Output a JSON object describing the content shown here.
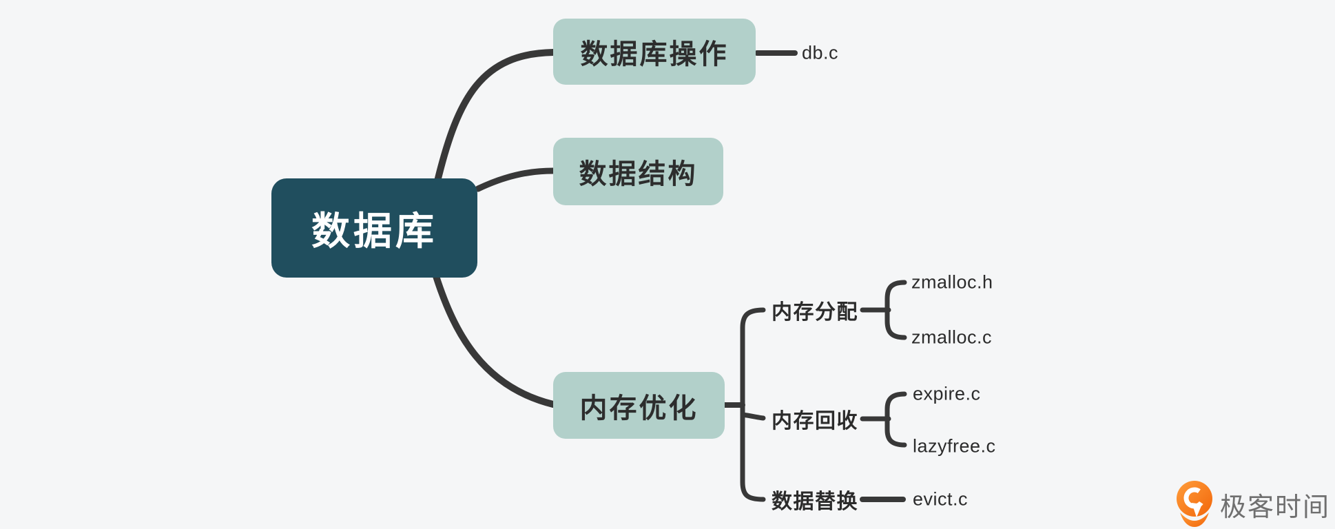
{
  "diagram": {
    "title_hint": "mind map of Redis database source files",
    "root": {
      "label": "数据库"
    },
    "branches": [
      {
        "label": "数据库操作",
        "files": [
          "db.c"
        ]
      },
      {
        "label": "数据结构",
        "files": []
      },
      {
        "label": "内存优化",
        "children": [
          {
            "label": "内存分配",
            "files": [
              "zmalloc.h",
              "zmalloc.c"
            ]
          },
          {
            "label": "内存回收",
            "files": [
              "expire.c",
              "lazyfree.c"
            ]
          },
          {
            "label": "数据替换",
            "files": [
              "evict.c"
            ]
          }
        ]
      }
    ]
  },
  "watermark": {
    "brand": "极客时间"
  },
  "colors": {
    "background": "#f5f6f7",
    "root_node_fill": "#204e5e",
    "root_node_text": "#ffffff",
    "branch_node_fill": "#b2d0ca",
    "branch_node_text": "#2d2d2d",
    "connector": "#383838",
    "label_text": "#2b2b2b",
    "watermark_text": "#6f6f6f",
    "watermark_orange_dark": "#f2660a",
    "watermark_orange_light": "#ff9d3b"
  }
}
